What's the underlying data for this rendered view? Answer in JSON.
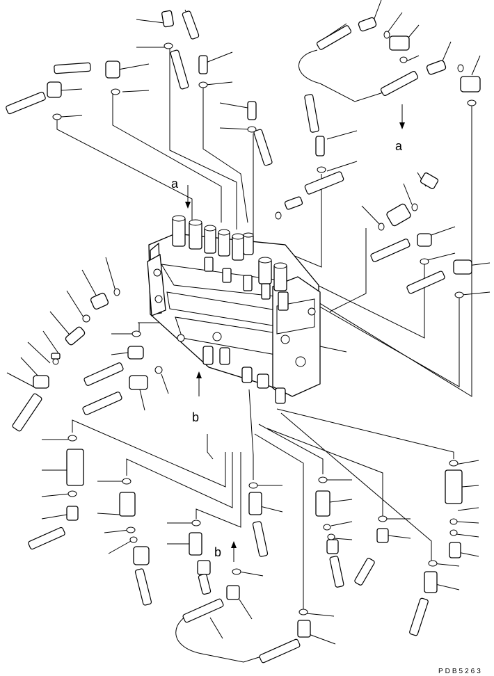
{
  "diagram": {
    "callout_a_top": "a",
    "callout_a_right": "a",
    "callout_b_mid": "b",
    "callout_b_bottom": "b",
    "drawing_number": "PDB5263"
  }
}
